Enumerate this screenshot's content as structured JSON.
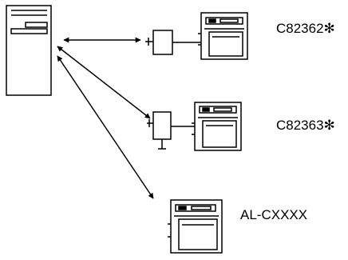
{
  "printers": [
    {
      "label": "C82362✻"
    },
    {
      "label": "C82363✻"
    },
    {
      "label": "AL-CXXXX"
    }
  ],
  "icons": {
    "computer": "tower-computer-icon",
    "interface": "interface-card-icon",
    "printer": "printer-icon"
  },
  "colors": {
    "line": "#000000",
    "background": "#ffffff"
  }
}
